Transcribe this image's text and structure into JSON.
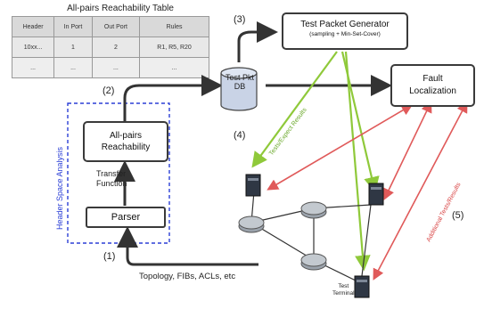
{
  "table": {
    "title": "All-pairs Reachability Table",
    "headers": [
      "Header",
      "In Port",
      "Out Port",
      "Rules"
    ],
    "rows": [
      [
        "10xx...",
        "1",
        "2",
        "R1, R5, R20"
      ],
      [
        "...",
        "...",
        "...",
        "..."
      ]
    ]
  },
  "steps": {
    "s1": "(1)",
    "s2": "(2)",
    "s3": "(3)",
    "s4": "(4)",
    "s5": "(5)"
  },
  "boxes": {
    "generator_title": "Test Packet Generator",
    "generator_sub": "(sampling + Min-Set-Cover)",
    "db_line1": "Test Pkt",
    "db_line2": "DB",
    "fault_line1": "Fault",
    "fault_line2": "Localization",
    "reach_line1": "All-pairs",
    "reach_line2": "Reachability",
    "parser": "Parser"
  },
  "labels": {
    "header_space": "Header Space Analysis",
    "transfer": "Transfer\nFunction",
    "topology": "Topology, FIBs, ACLs, etc",
    "test_terminal": "Test\nTerminal",
    "tests_expect": "Tests/Expect Results",
    "additional": "Additional Tests/Results"
  },
  "colors": {
    "green": "#8fc93a",
    "red": "#e05a5a",
    "blue": "#2b3fd6",
    "dark": "#333333"
  }
}
